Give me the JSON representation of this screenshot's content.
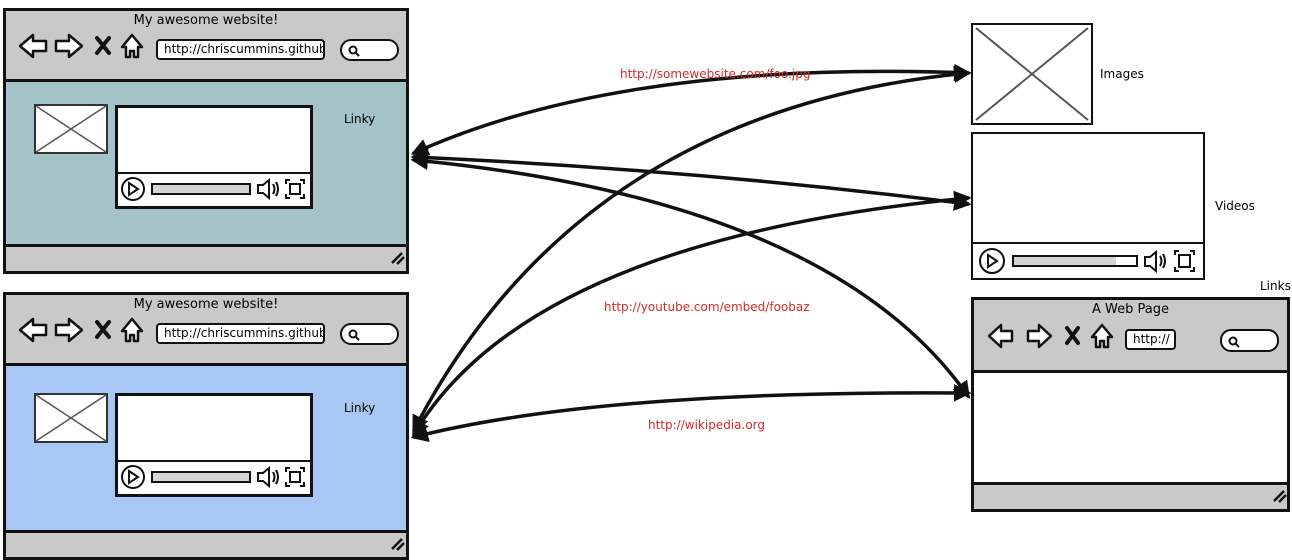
{
  "browser_top": {
    "title": "My awesome website!",
    "url": "http://chriscummins.github.i",
    "sidebar_label": "Linky",
    "content_color": "#a3c3c8"
  },
  "browser_bottom": {
    "title": "My awesome website!",
    "url": "http://chriscummins.github.i",
    "sidebar_label": "Linky",
    "content_color": "#a8c7f5"
  },
  "targets": {
    "images_label": "Images",
    "videos_label": "Videos",
    "links_label": "Links",
    "web_page": {
      "title": "A Web Page",
      "url": "http://"
    }
  },
  "link_labels": {
    "image_url": "http://somewebsite.com/foo.jpg",
    "video_url": "http://youtube.com/embed/foobaz",
    "wiki_url": "http://wikipedia.org"
  },
  "colors": {
    "link_text": "#d12a2a",
    "stroke": "#111111",
    "chrome": "#c9c9c9"
  }
}
